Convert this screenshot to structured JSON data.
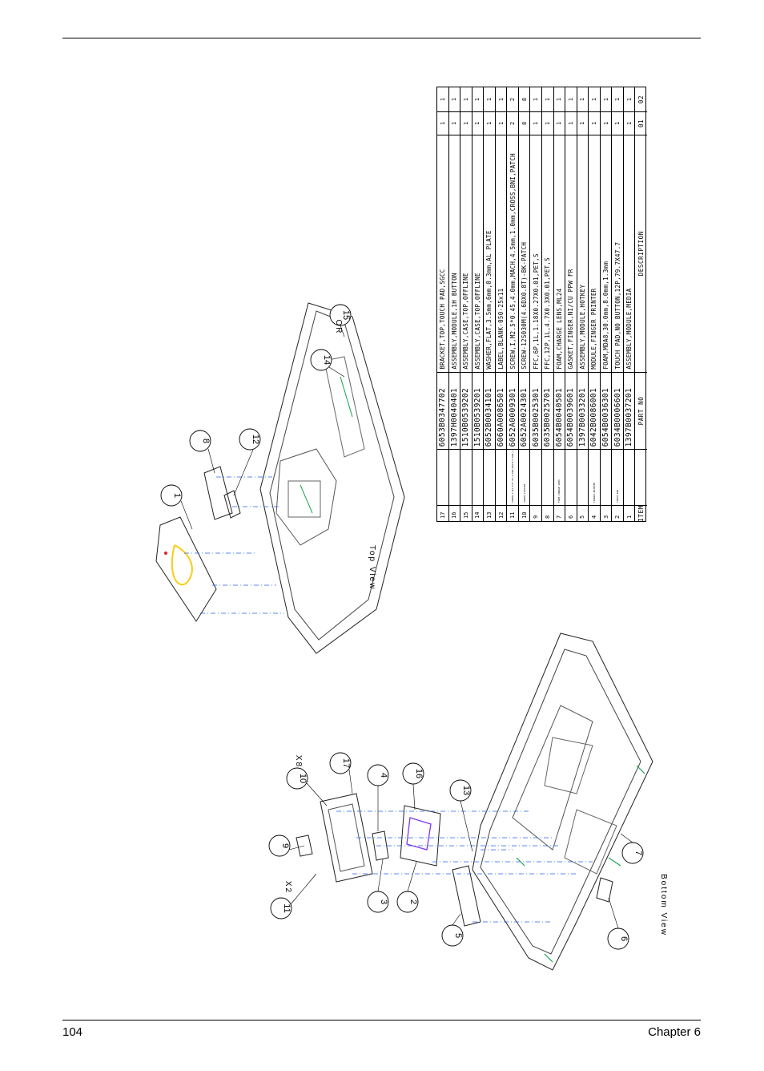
{
  "page": {
    "page_number": "104",
    "chapter": "Chapter 6"
  },
  "drawing": {
    "top_view_label": "Top View",
    "bottom_view_label": "Bottom View",
    "or_label": "OR",
    "x8_label": "X8",
    "x2_label": "X2",
    "callouts": [
      "1",
      "2",
      "3",
      "4",
      "5",
      "6",
      "7",
      "8",
      "9",
      "10",
      "11",
      "12",
      "13",
      "14",
      "15",
      "16",
      "17"
    ]
  },
  "parts_table": {
    "headers": {
      "item": "ITEM",
      "part_no": "PART NO",
      "description": "DESCRIPTION",
      "q1": "01",
      "q2": "02"
    },
    "rows": [
      {
        "item": "17",
        "note": "",
        "part_no": "6053B0347702",
        "description": "BRACKET,TOP,TOUCH PAD,SGCC",
        "q1": "1",
        "q2": "1"
      },
      {
        "item": "16",
        "note": "",
        "part_no": "1397H0040401",
        "description": "ASSEMBLY,MODULE,1H BUTTON",
        "q1": "1",
        "q2": "1"
      },
      {
        "item": "15",
        "note": "",
        "part_no": "1510B0539202",
        "description": "ASSEMBLY,CASE,TOP,OFFLINE",
        "q1": "1",
        "q2": "1"
      },
      {
        "item": "14",
        "note": "",
        "part_no": "1510B0539201",
        "description": "ASSEMBLY,CASE,TOP,OFFLINE",
        "q1": "1",
        "q2": "1"
      },
      {
        "item": "13",
        "note": "",
        "part_no": "6052B0034101",
        "description": "WASHER,FLAT,3.5mm,6mm,0.3mm,AL PLATE",
        "q1": "1",
        "q2": "1"
      },
      {
        "item": "12",
        "note": "",
        "part_no": "6060A0086501",
        "description": "LABEL,BLANK-050-25x11",
        "q1": "1",
        "q2": "1"
      },
      {
        "item": "11",
        "note": "SCREW,I,M2.5*0.45,4.0mm,MACH,4.5mm,1.0mm,CROSS,BNI,PATCH",
        "part_no": "6052A0009301",
        "description": "SCREW,I,M2.5*0.45,4.0mm,MACH,4.5mm,1.0mm,CROSS,BNI,PATCH",
        "q1": "2",
        "q2": "2"
      },
      {
        "item": "10",
        "note": "SCREW-1250300",
        "part_no": "6052A0024301",
        "description": "SCREW-12S030M(4.6DX0.8T)-BK-PATCH",
        "q1": "8",
        "q2": "8"
      },
      {
        "item": "9",
        "note": "",
        "part_no": "6035B0025301",
        "description": "FFC,6P,1L,1.18X0.27X0.01,PET,S",
        "q1": "1",
        "q2": "1"
      },
      {
        "item": "8",
        "note": "",
        "part_no": "6035B0025701",
        "description": "FFC,12P,1L,4.7X0.3X0.01,PET,S",
        "q1": "1",
        "q2": "1"
      },
      {
        "item": "7",
        "note": "FOAM,CHARGE LENS",
        "part_no": "6054B0040501",
        "description": "FOAM,CHARGE LENS,ML24",
        "q1": "1",
        "q2": "1"
      },
      {
        "item": "6",
        "note": "",
        "part_no": "6054B0039601",
        "description": "GASKET,FINGER,NI/CU PPW FR",
        "q1": "1",
        "q2": "1"
      },
      {
        "item": "5",
        "note": "",
        "part_no": "1397B0033201",
        "description": "ASSEMBLY,MODULE,HOTKEY",
        "q1": "1",
        "q2": "1"
      },
      {
        "item": "4",
        "note": "FINGER PRINTER",
        "part_no": "6042B0086001",
        "description": "MODULE,FINGER PRINTER",
        "q1": "1",
        "q2": "1"
      },
      {
        "item": "3",
        "note": "",
        "part_no": "6054B0036301",
        "description": "FOAM,MDA8,30.0mm,8.0mm,1.3mm",
        "q1": "1",
        "q2": "1"
      },
      {
        "item": "2",
        "note": "TOUCH PAD",
        "part_no": "6034B0006601",
        "description": "TOUCH PAD,NO BUTTON,12P,79.7X47.7",
        "q1": "1",
        "q2": "1"
      },
      {
        "item": "1",
        "note": "",
        "part_no": "1397B0037201",
        "description": "ASSEMBLY,MODULE,MEDIA",
        "q1": "1",
        "q2": "1"
      }
    ],
    "footer_note": "PART NO"
  }
}
